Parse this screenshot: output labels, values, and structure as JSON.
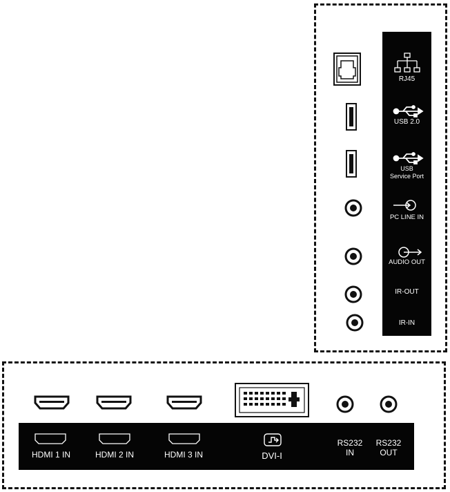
{
  "side_panel": {
    "ports": [
      {
        "label": "RJ45",
        "icon": "network-icon"
      },
      {
        "label": "USB 2.0",
        "icon": "usb-icon"
      },
      {
        "label": "USB\nService Port",
        "icon": "usb-icon"
      },
      {
        "label": "PC LINE IN",
        "icon": "audio-in-icon"
      },
      {
        "label": "AUDIO OUT",
        "icon": "audio-out-icon"
      },
      {
        "label": "IR-OUT",
        "icon": ""
      },
      {
        "label": "IR-IN",
        "icon": ""
      }
    ]
  },
  "bottom_panel": {
    "ports": [
      {
        "label": "HDMI 1 IN",
        "icon": "hdmi-icon"
      },
      {
        "label": "HDMI 2 IN",
        "icon": "hdmi-icon"
      },
      {
        "label": "HDMI 3 IN",
        "icon": "hdmi-icon"
      },
      {
        "label": "DVI-I",
        "icon": "dvi-icon"
      },
      {
        "label": "RS232\nIN",
        "icon": ""
      },
      {
        "label": "RS232\nOUT",
        "icon": ""
      }
    ]
  },
  "colors": {
    "strip": "#050505",
    "line": "#111111",
    "text": "#ffffff"
  }
}
